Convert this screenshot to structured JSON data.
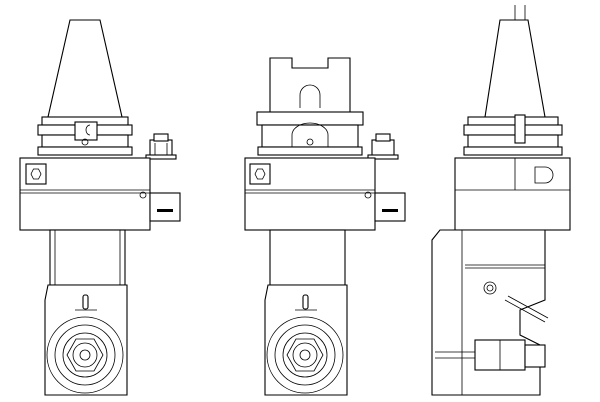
{
  "colors": {
    "stroke": "#000000",
    "background": "#ffffff"
  },
  "views": [
    {
      "id": "front-view"
    },
    {
      "id": "front-view-alt-shank"
    },
    {
      "id": "side-view"
    }
  ]
}
